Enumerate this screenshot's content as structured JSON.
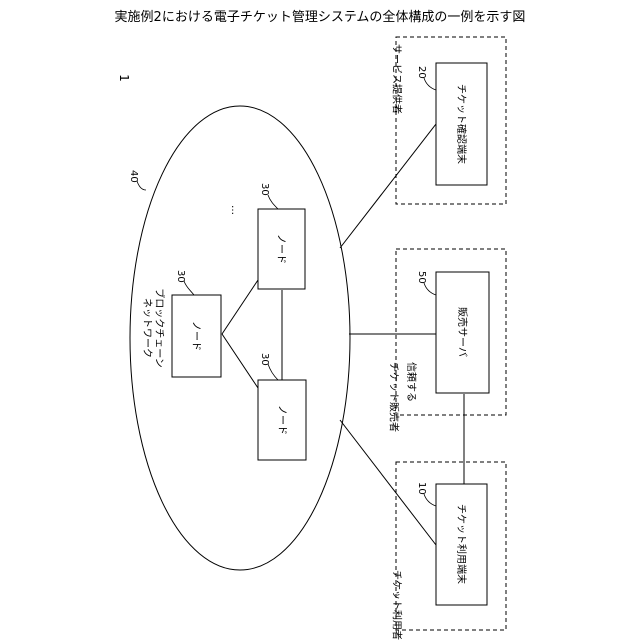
{
  "title": "実施例2における電子チケット管理システムの全体構成の一例を示す図",
  "figure_number": "1",
  "network": {
    "label_line1": "ブロックチェーン",
    "label_line2": "ネットワーク",
    "ref": "40",
    "ellipsis": "…"
  },
  "nodes": [
    {
      "label": "ノード",
      "ref": "30"
    },
    {
      "label": "ノード",
      "ref": "30"
    },
    {
      "label": "ノード",
      "ref": "30"
    }
  ],
  "groups": {
    "provider": {
      "label": "サービス提供者",
      "terminal_label": "チケット確認端末",
      "ref": "20"
    },
    "seller": {
      "label_line1": "信頼する",
      "label_line2": "チケット販売者",
      "terminal_label": "販売サーバ",
      "ref": "50"
    },
    "user": {
      "label": "チケット利用者",
      "terminal_label": "チケット利用端末",
      "ref": "10"
    }
  }
}
